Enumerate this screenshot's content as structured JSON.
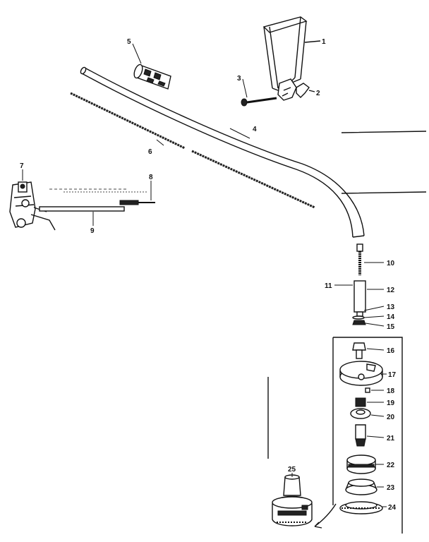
{
  "diagram": {
    "parts": [
      {
        "number": "1"
      },
      {
        "number": "2"
      },
      {
        "number": "3"
      },
      {
        "number": "4"
      },
      {
        "number": "5"
      },
      {
        "number": "6"
      },
      {
        "number": "7"
      },
      {
        "number": "8"
      },
      {
        "number": "9"
      },
      {
        "number": "10"
      },
      {
        "number": "11"
      },
      {
        "number": "12"
      },
      {
        "number": "13"
      },
      {
        "number": "14"
      },
      {
        "number": "15"
      },
      {
        "number": "16"
      },
      {
        "number": "17"
      },
      {
        "number": "18"
      },
      {
        "number": "19"
      },
      {
        "number": "20"
      },
      {
        "number": "21"
      },
      {
        "number": "22"
      },
      {
        "number": "23"
      },
      {
        "number": "24"
      },
      {
        "number": "25"
      }
    ]
  }
}
